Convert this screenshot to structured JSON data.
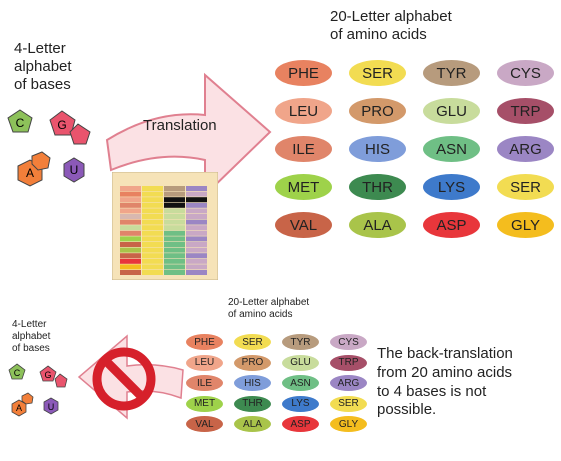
{
  "top": {
    "bases_title": "4-Letter\nalphabet\nof bases",
    "amino_title": "20-Letter alphabet\nof amino acids",
    "arrow_label": "Translation",
    "bases": [
      "C",
      "G",
      "A",
      "U"
    ]
  },
  "bottom": {
    "bases_title": "4-Letter\nalphabet\nof bases",
    "amino_title": "20-Letter alphabet\nof amino acids",
    "note": "The back-translation\nfrom 20 amino acids\nto 4 bases is not\npossible.",
    "bases": [
      "C",
      "G",
      "A",
      "U"
    ]
  },
  "amino_acids": [
    {
      "label": "PHE",
      "color": "#e88260"
    },
    {
      "label": "SER",
      "color": "#f2dc52"
    },
    {
      "label": "TYR",
      "color": "#b79b7d"
    },
    {
      "label": "CYS",
      "color": "#c9a8c5"
    },
    {
      "label": "LEU",
      "color": "#f0a58a"
    },
    {
      "label": "PRO",
      "color": "#d3996a"
    },
    {
      "label": "GLU",
      "color": "#c8dc9c"
    },
    {
      "label": "TRP",
      "color": "#a64f68"
    },
    {
      "label": "ILE",
      "color": "#e0856a"
    },
    {
      "label": "HIS",
      "color": "#7f9dda"
    },
    {
      "label": "ASN",
      "color": "#6fbf85"
    },
    {
      "label": "ARG",
      "color": "#9b86c4"
    },
    {
      "label": "MET",
      "color": "#9ed24a"
    },
    {
      "label": "THR",
      "color": "#3d8a50"
    },
    {
      "label": "LYS",
      "color": "#3e7acb"
    },
    {
      "label": "SER",
      "color": "#f2dc52"
    },
    {
      "label": "VAL",
      "color": "#c86448"
    },
    {
      "label": "ALA",
      "color": "#a9c44a"
    },
    {
      "label": "ASP",
      "color": "#e8363b"
    },
    {
      "label": "GLY",
      "color": "#f4bd1e"
    }
  ],
  "colors": {
    "base_C": "#8dc15a",
    "base_G": "#e9546d",
    "base_A": "#f27f3a",
    "base_U": "#8b59b8",
    "arrow_fill": "#fbe1e4",
    "arrow_stroke": "#e08090",
    "prohibit": "#d6202b"
  }
}
